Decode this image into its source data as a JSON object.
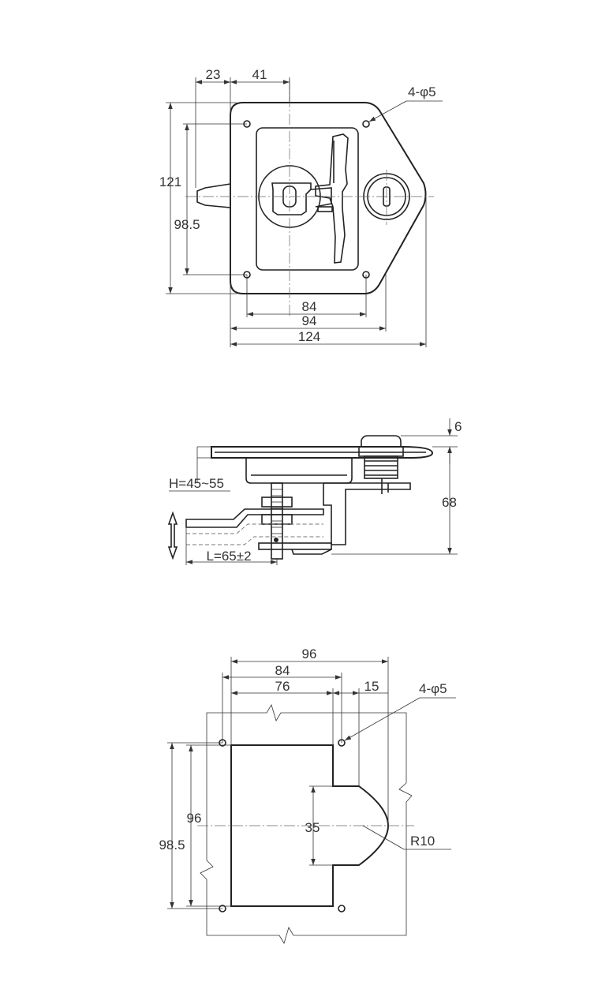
{
  "front_view": {
    "dim_23": "23",
    "dim_41": "41",
    "dim_121": "121",
    "dim_98_5": "98.5",
    "dim_84": "84",
    "dim_94": "94",
    "dim_124": "124",
    "holes": "4-φ5"
  },
  "side_view": {
    "dim_6": "6",
    "dim_68": "68",
    "dim_h": "H=45~55",
    "dim_l": "L=65±2"
  },
  "cutout_view": {
    "dim_96_top": "96",
    "dim_84": "84",
    "dim_76": "76",
    "dim_15": "15",
    "holes": "4-φ5",
    "dim_96_left": "96",
    "dim_98_5": "98.5",
    "dim_35": "35",
    "radius": "R10"
  },
  "colors": {
    "line": "#222222",
    "background": "#ffffff"
  }
}
